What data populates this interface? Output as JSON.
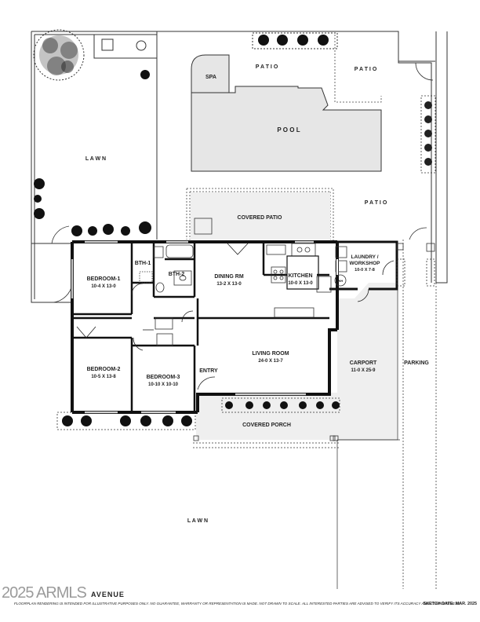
{
  "spaces": {
    "spa": "SPA",
    "pool": "P O O L",
    "patio_top": "P A T I O",
    "patio_top_right": "P A T I O",
    "patio_right": "P A T I O",
    "lawn_back": "L A W N",
    "lawn_front": "L A W N",
    "covered_patio": "COVERED PATIO",
    "covered_porch": "COVERED PORCH",
    "entry": "ENTRY",
    "parking": "PARKING",
    "wh": "WH"
  },
  "rooms": {
    "bedroom1": {
      "name": "BEDROOM-1",
      "size": "10-4  X  13-0"
    },
    "bedroom2": {
      "name": "BEDROOM-2",
      "size": "10-5  X  13-8"
    },
    "bedroom3": {
      "name": "BEDROOM-3",
      "size": "10-10  X  10-10"
    },
    "bath1": {
      "name": "BTH-1"
    },
    "bath2": {
      "name": "BTH-2"
    },
    "dining": {
      "name": "DINING RM",
      "size": "13-2  X  13-0"
    },
    "kitchen": {
      "name": "KITCHEN",
      "size": "10-0  X  13-0"
    },
    "living": {
      "name": "LIVING ROOM",
      "size": "24-0  X  13-7"
    },
    "laundry": {
      "name_line1": "LAUNDRY /",
      "name_line2": "WORKSHOP",
      "size": "10-0  X  7-8"
    },
    "carport": {
      "name": "CARPORT",
      "size": "11-0  X  25-9"
    }
  },
  "footer": {
    "brand": "2025 ARMLS",
    "street": "AVENUE",
    "disclaimer": "FLOORPLAN RENDERING IS INTENDED FOR ILLUSTRATIVE PURPOSES ONLY.  NO GUARANTEE, WARRANTY OR REPRESENTATION IS MADE.  NOT DRAWN TO SCALE.  ALL INTERESTED PARTIES ARE ADVISED TO VERIFY ITS ACCURACY AND COMPLETENESS.",
    "sketch_date": "SKETCH DATE:  MAR. 2025"
  }
}
